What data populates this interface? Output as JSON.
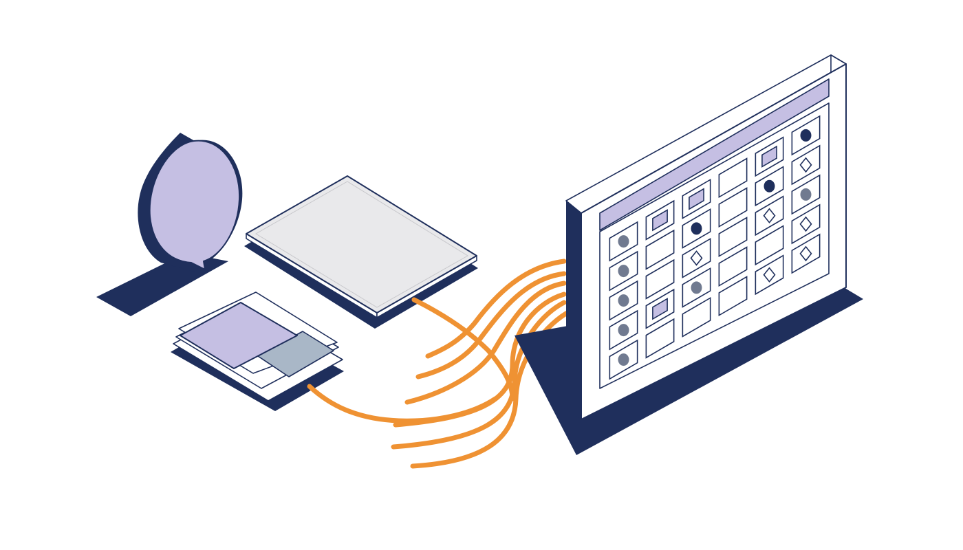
{
  "colors": {
    "navy": "#1f2f5c",
    "lavender": "#c5bfe3",
    "slate": "#a9b7c7",
    "paper": "#ffffff",
    "light_gray": "#e9e9eb",
    "orange": "#ef9233",
    "dot_gray": "#707a90"
  },
  "elements": {
    "speech_bubble": "speech-bubble-icon",
    "tablet": "tablet-device",
    "document_stack": "layered-documents",
    "grid_panel": "calendar-grid-panel",
    "connectors": "orange-data-cables"
  },
  "grid": {
    "rows": 5,
    "cols": 6,
    "markers": [
      {
        "row": 0,
        "col": 0,
        "type": "dot"
      },
      {
        "row": 0,
        "col": 1,
        "type": "square"
      },
      {
        "row": 0,
        "col": 2,
        "type": "square"
      },
      {
        "row": 0,
        "col": 4,
        "type": "square"
      },
      {
        "row": 0,
        "col": 5,
        "type": "dot-dark"
      },
      {
        "row": 1,
        "col": 0,
        "type": "dot"
      },
      {
        "row": 1,
        "col": 2,
        "type": "dot-dark"
      },
      {
        "row": 1,
        "col": 4,
        "type": "dot-dark"
      },
      {
        "row": 1,
        "col": 5,
        "type": "diamond"
      },
      {
        "row": 2,
        "col": 0,
        "type": "dot"
      },
      {
        "row": 2,
        "col": 2,
        "type": "diamond"
      },
      {
        "row": 2,
        "col": 4,
        "type": "diamond"
      },
      {
        "row": 2,
        "col": 5,
        "type": "dot"
      },
      {
        "row": 3,
        "col": 0,
        "type": "dot"
      },
      {
        "row": 3,
        "col": 1,
        "type": "square"
      },
      {
        "row": 3,
        "col": 2,
        "type": "dot"
      },
      {
        "row": 3,
        "col": 5,
        "type": "diamond"
      },
      {
        "row": 4,
        "col": 0,
        "type": "dot"
      },
      {
        "row": 4,
        "col": 4,
        "type": "diamond"
      },
      {
        "row": 4,
        "col": 5,
        "type": "diamond"
      }
    ]
  }
}
